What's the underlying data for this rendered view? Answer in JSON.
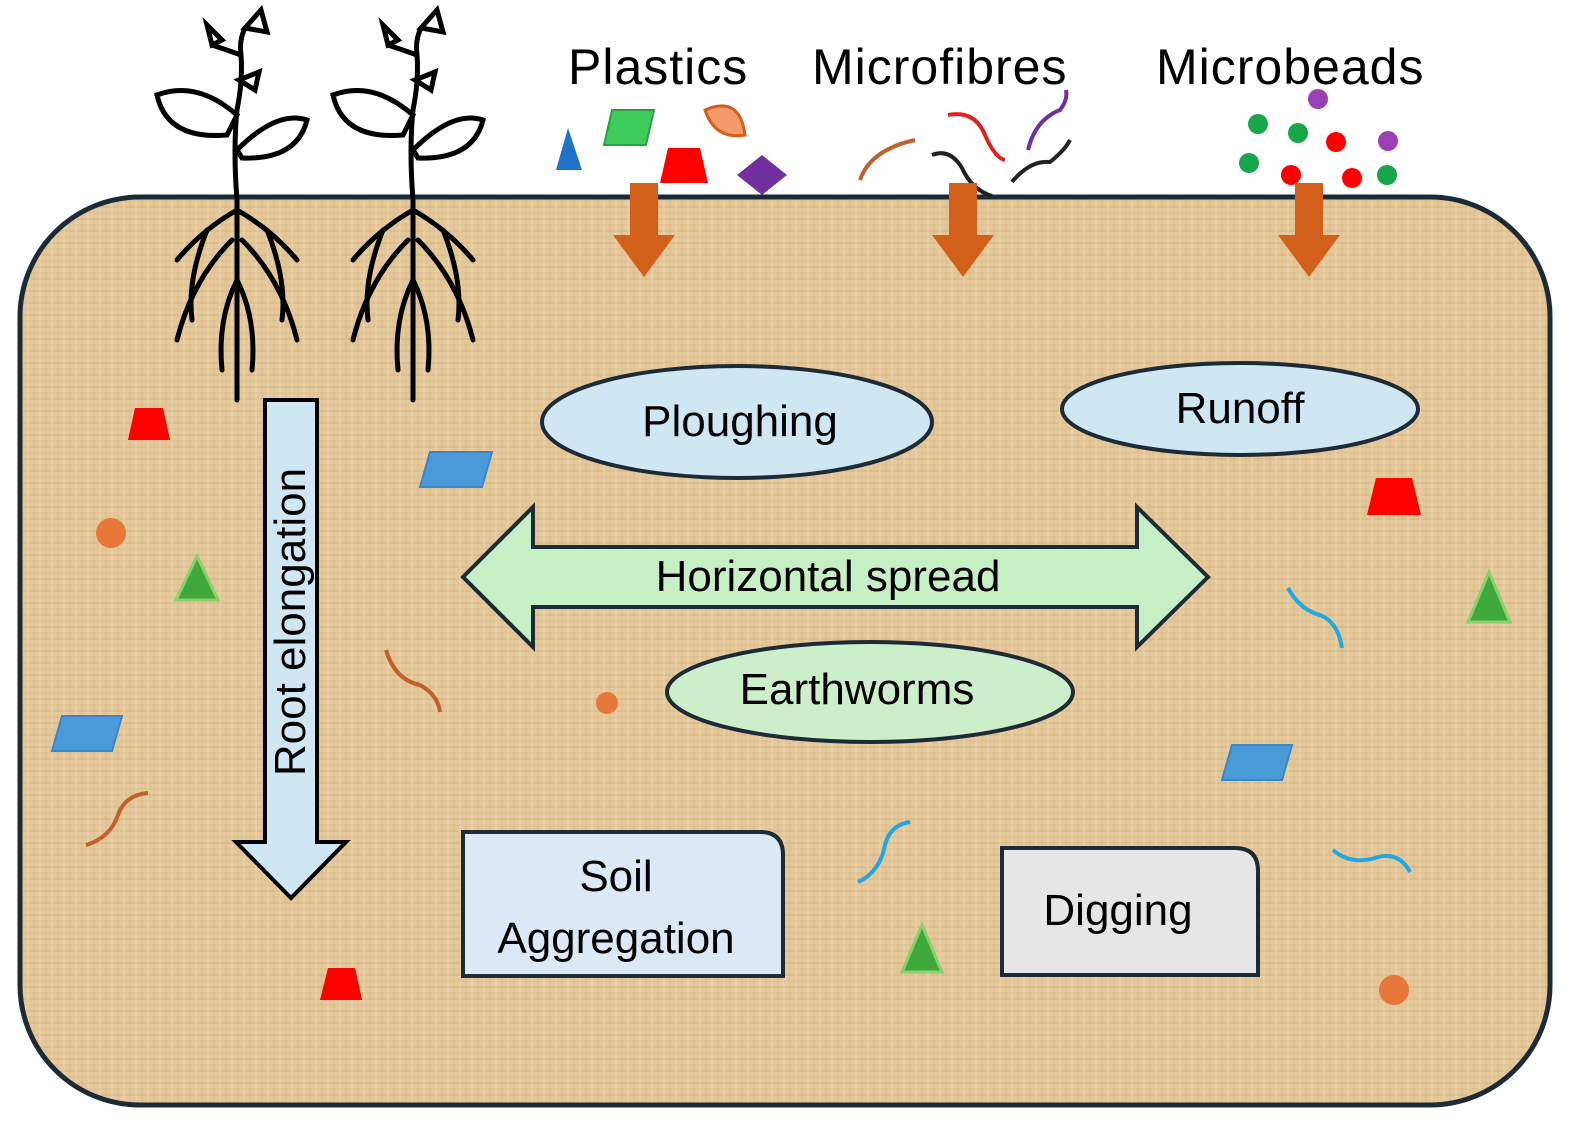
{
  "sources": {
    "plastics": "Plastics",
    "microfibres": "Microfibres",
    "microbeads": "Microbeads"
  },
  "processes": {
    "ploughing": "Ploughing",
    "runoff": "Runoff",
    "horizontal_spread": "Horizontal spread",
    "earthworms": "Earthworms",
    "root_elongation": "Root elongation",
    "soil_aggregation": "Soil Aggregation",
    "digging": "Digging"
  },
  "colors": {
    "soil_fill": "#e4c79a",
    "soil_border": "#1c2b36",
    "input_arrow": "#d2601a",
    "ellipse_blue": "#cfe6f3",
    "ellipse_green": "#cdeecb",
    "spread_arrow": "#c7efc6",
    "root_arrow": "#cfe6f5",
    "aggregation_box": "#dbe8f5",
    "digging_box": "#e6e6e6",
    "particle_red": "#ff0000",
    "particle_blue": "#4a9ad8",
    "particle_green": "#4caf3f",
    "particle_orange": "#e8783a",
    "particle_purple": "#7030a0",
    "fibre_cyan": "#22a8de"
  },
  "icons": [
    "plant-icon",
    "arrow-down-icon",
    "double-arrow-icon"
  ]
}
